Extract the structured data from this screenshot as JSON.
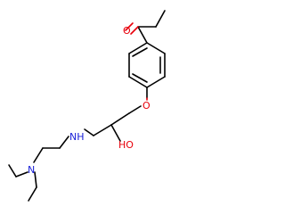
{
  "molecule": {
    "atoms": {
      "ketone_oxygen": "O",
      "ether_oxygen": "O",
      "hydroxyl": "HO",
      "amine_nh": "NH",
      "amine_n": "N"
    },
    "colors": {
      "bond": "#000000",
      "oxygen": "#e8000b",
      "nitrogen": "#1a21d8",
      "background": "#ffffff"
    }
  }
}
